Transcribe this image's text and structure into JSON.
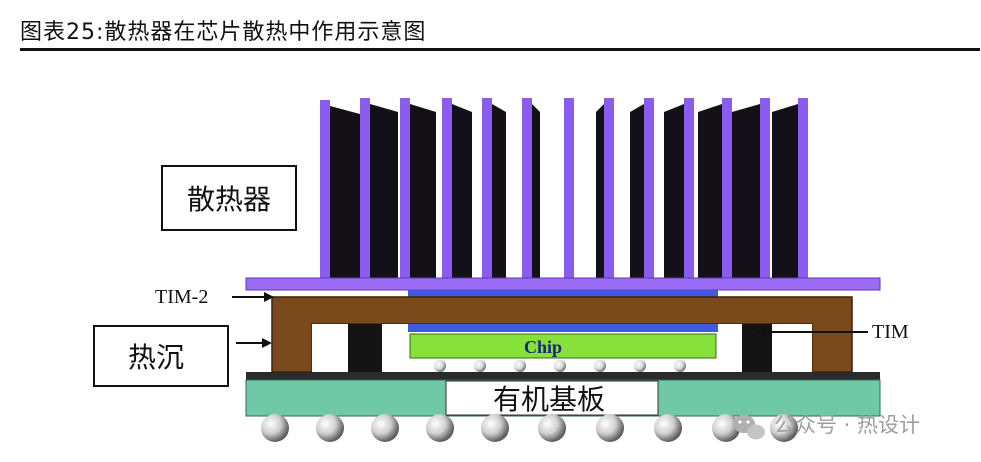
{
  "page": {
    "title": "图表25:散热器在芯片散热中作用示意图"
  },
  "diagram": {
    "labels": {
      "heatsink": "散热器",
      "tim2": "TIM-2",
      "heat_spreader": "热沉",
      "tim": "TIM",
      "chip": "Chip",
      "substrate": "有机基板"
    },
    "watermark": "公众号 · 热设计",
    "colors": {
      "fin_purple": "#8a5cf0",
      "fin_dark": "#141018",
      "heatsink_base": "#9a6cf5",
      "tim_blue": "#3f5ae0",
      "spreader_brown": "#7a4a1c",
      "chip_green": "#86e23a",
      "substrate_teal": "#6fc9a6",
      "bump_silver": "#c9c9c9"
    }
  }
}
